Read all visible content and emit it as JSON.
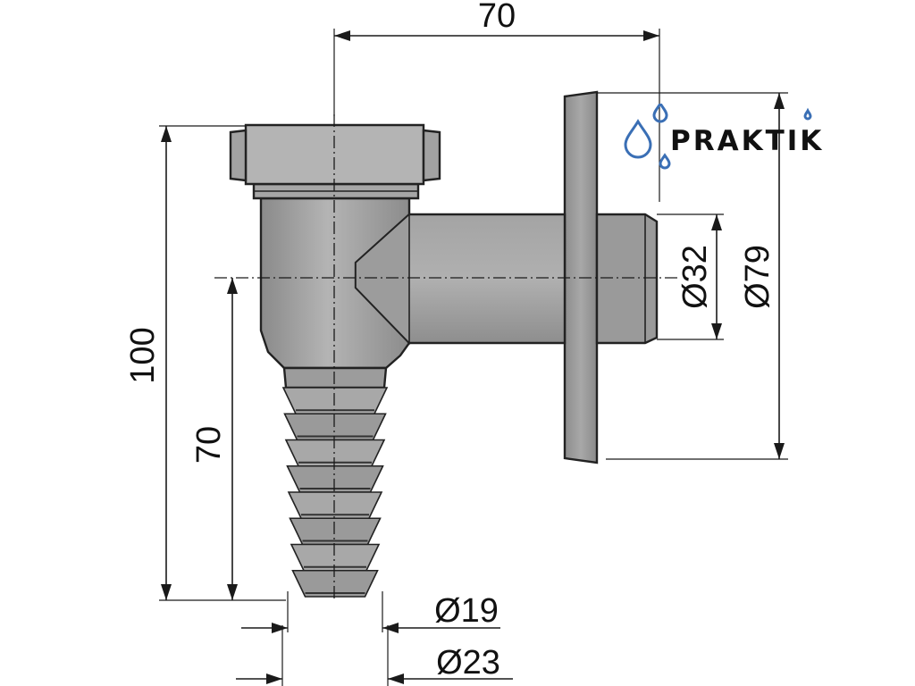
{
  "dimensions": {
    "top_width": "70",
    "total_height": "100",
    "axis_height": "70",
    "outlet_diameter": "Ø32",
    "flange_diameter": "Ø79",
    "hose_inner_diameter": "Ø19",
    "hose_outer_diameter": "Ø23"
  },
  "logo": {
    "text": "PRAKTIK",
    "color": "#3a6fb5"
  },
  "colors": {
    "body_fill": "#9e9e9e",
    "body_light": "#b6b6b6",
    "body_dark": "#7f7f7f",
    "line": "#1a1a1a"
  }
}
